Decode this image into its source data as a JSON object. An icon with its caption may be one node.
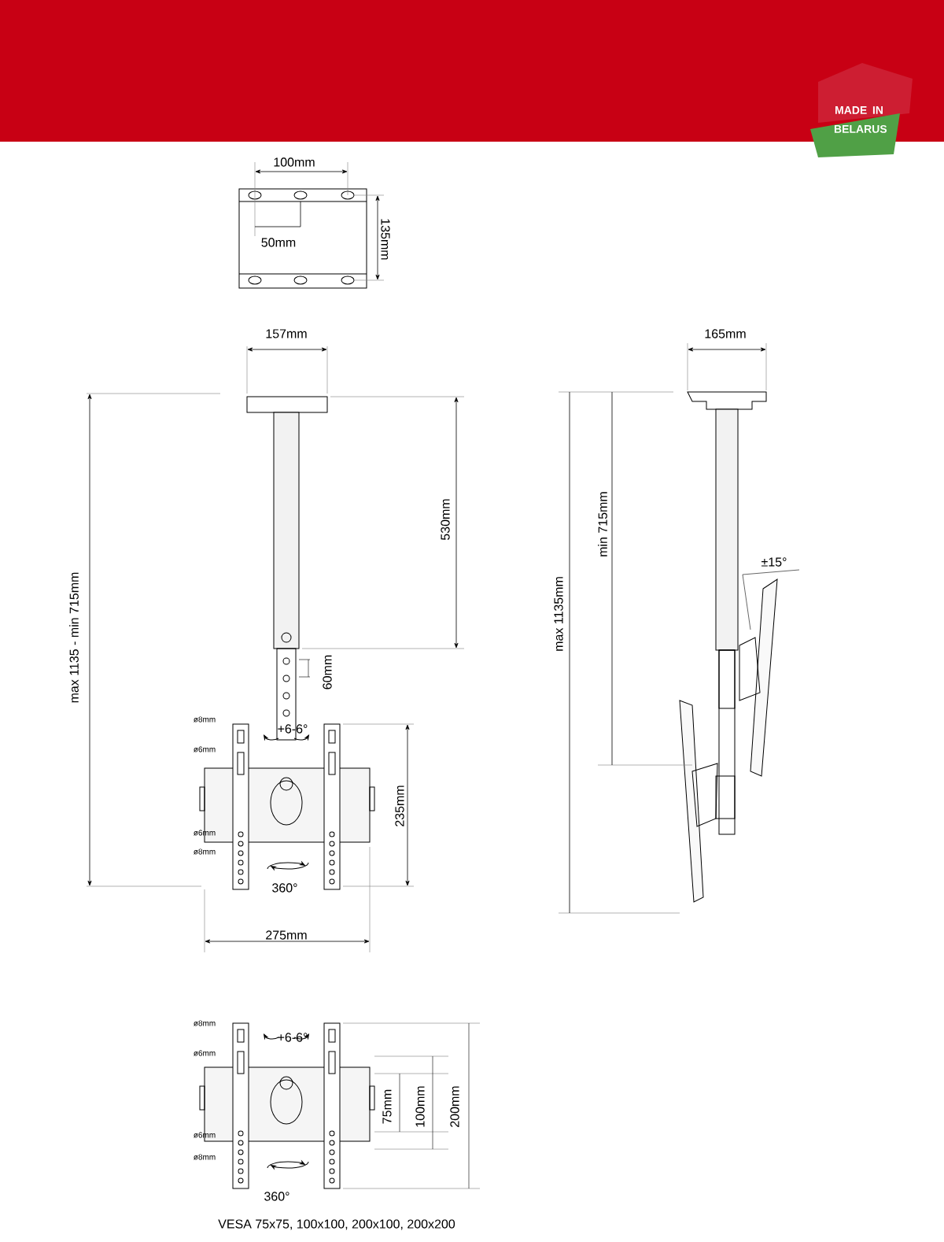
{
  "diagram": {
    "labels": [
      "MADE IN BELARUS",
      "100mm",
      "50mm",
      "135mm",
      "157mm",
      "530mm",
      "max 1135 - min 715mm",
      "60mm",
      "ø8mm",
      "ø6mm",
      "+6-6°",
      "235mm",
      "ø6mm",
      "ø8mm",
      "360°",
      "275mm",
      "165mm",
      "max 1135mm",
      "min 715mm",
      "±15°",
      "ø8mm",
      "ø6mm",
      "+6-6°",
      "75mm",
      "100mm",
      "200mm",
      "ø6mm",
      "ø8mm",
      "360°",
      "VESA 75x75, 100x100, 200x100, 200x200"
    ]
  }
}
